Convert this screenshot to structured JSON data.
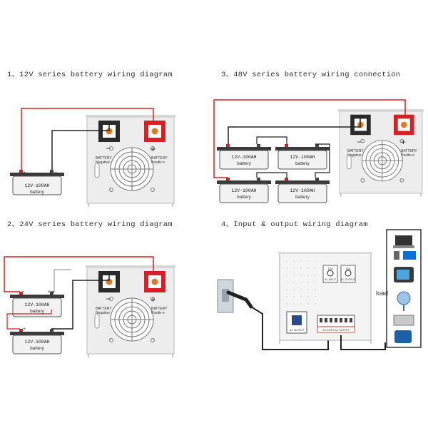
{
  "titles": {
    "d1": "1、12V series battery wiring diagram",
    "d2": "2、24V series battery wiring diagram",
    "d3": "3、48V series battery wiring connection",
    "d4": "4、Input & output wiring diagram"
  },
  "battery": {
    "rating": "12V-100AH",
    "name": "battery",
    "plus": "+",
    "minus": "−"
  },
  "inverter": {
    "neg_label_1": "BATTERY",
    "neg_label_2": "Negative",
    "pos_label_1": "BATTERY",
    "pos_label_2": "Positiv e",
    "neg_sign": "−",
    "pos_sign": "+"
  },
  "panel": {
    "socket_label": "AC OUTPUT",
    "sw1_top": "15A",
    "sw1_bottom": "AC INPUT",
    "sw2_top": "15A",
    "sw2_bottom": "AC OUTPUT",
    "terminal_label": "AC INPUT  AC OUTPUT"
  },
  "load_label": "load",
  "colors": {
    "red": "#d81f26",
    "black": "#222222",
    "gray": "#888888"
  }
}
